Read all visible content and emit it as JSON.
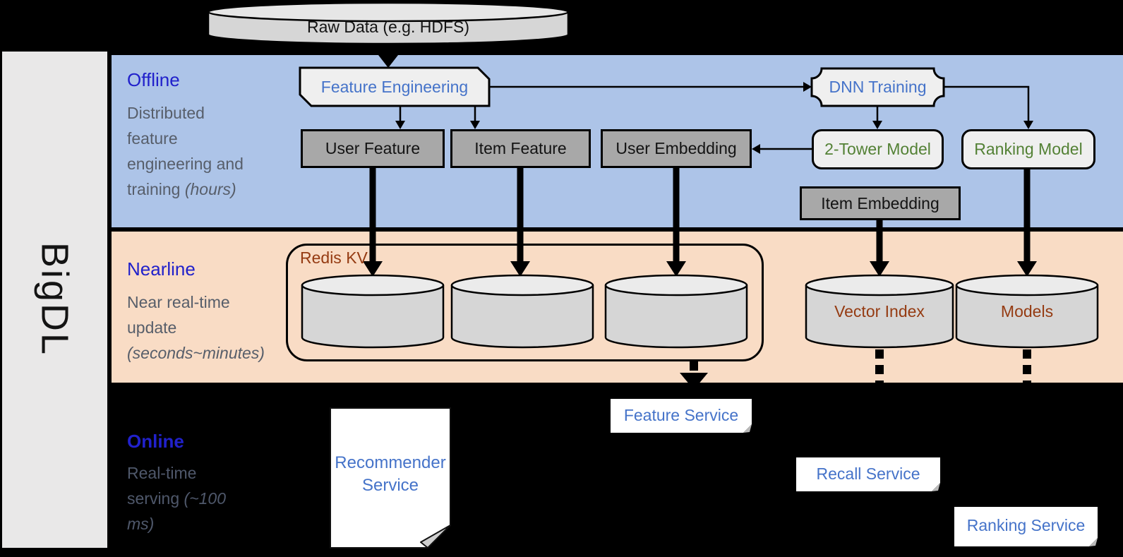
{
  "sidebar": {
    "label": "BigDL"
  },
  "raw_data": {
    "label": "Raw Data (e.g. HDFS)"
  },
  "sections": {
    "offline": {
      "title": "Offline",
      "desc": "Distributed feature engineering and training",
      "desc_em": "(hours)"
    },
    "nearline": {
      "title": "Nearline",
      "desc": "Near real-time update",
      "desc_em": "(seconds~minutes)"
    },
    "online": {
      "title": "Online",
      "desc": "Real-time serving",
      "desc_em": "(~100 ms)"
    }
  },
  "offline": {
    "feature_engineering": "Feature Engineering",
    "dnn_training": "DNN Training",
    "user_feature": "User Feature",
    "item_feature": "Item Feature",
    "user_embedding": "User Embedding",
    "item_embedding": "Item Embedding",
    "two_tower_model": "2-Tower Model",
    "ranking_model": "Ranking Model"
  },
  "nearline": {
    "redis_kv": "Redis KV",
    "vector_index": "Vector Index",
    "models": "Models"
  },
  "online": {
    "recommender_service": "Recommender Service",
    "feature_service": "Feature Service",
    "recall_service": "Recall Service",
    "ranking_service": "Ranking Service"
  },
  "colors": {
    "offline_band": "#ADC4E8",
    "nearline_band": "#F9DCC5",
    "background": "#000000",
    "section_title_blue": "#2121CB",
    "desc_gray": "#575E6A",
    "process_blue_text": "#4573C9",
    "model_green_text": "#538135",
    "storage_brown_text": "#953B12",
    "gray_box_fill": "#A8A8A8",
    "light_box_fill": "#EFEFEF",
    "cylinder_fill": "#D6D6D6",
    "sidebar_fill": "#E9E8E8"
  }
}
